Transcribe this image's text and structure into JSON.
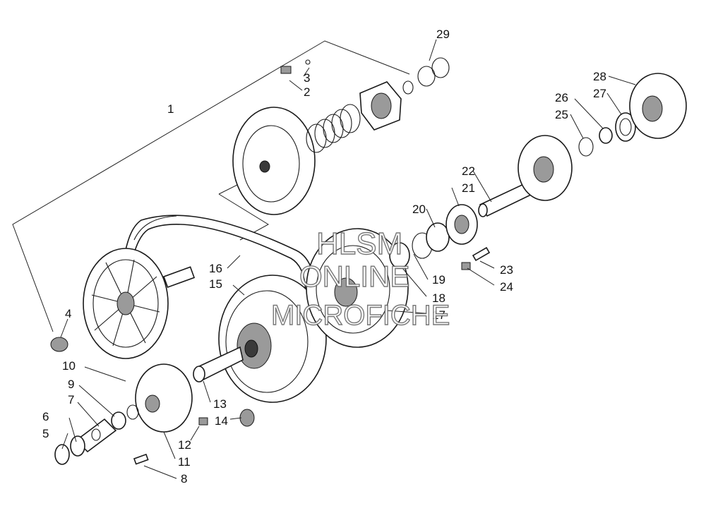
{
  "callouts": {
    "c1": "1",
    "c2": "2",
    "c3": "3",
    "c4": "4",
    "c5": "5",
    "c6": "6",
    "c7": "7",
    "c8": "8",
    "c9": "9",
    "c10": "10",
    "c11": "11",
    "c12": "12",
    "c13": "13",
    "c14": "14",
    "c15": "15",
    "c16": "16",
    "c17": "17",
    "c18": "18",
    "c19": "19",
    "c20": "20",
    "c21": "21",
    "c22": "22",
    "c23": "23",
    "c24": "24",
    "c25": "25",
    "c26": "26",
    "c27": "27",
    "c28": "28",
    "c29": "29"
  },
  "watermark": {
    "line1": "HLSM",
    "line2": "ONLINE",
    "line3": "MICROFICHE"
  }
}
